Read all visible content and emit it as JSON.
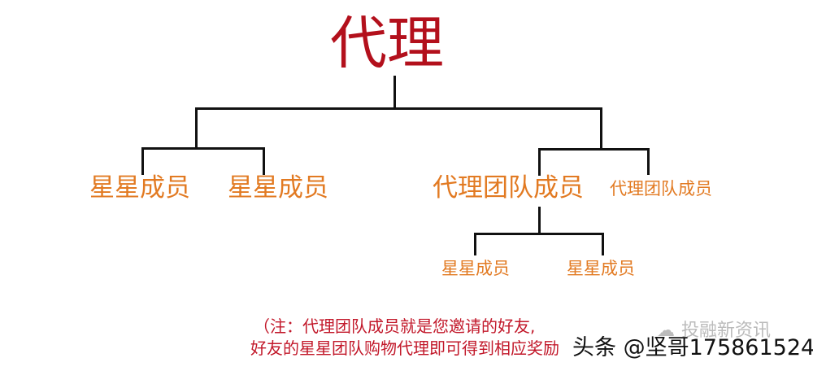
{
  "root": {
    "label": "代理"
  },
  "level1": [
    {
      "label": "星星成员"
    },
    {
      "label": "星星成员"
    },
    {
      "label": "代理团队成员"
    },
    {
      "label": "代理团队成员"
    }
  ],
  "level2": [
    {
      "label": "星星成员"
    },
    {
      "label": "星星成员"
    }
  ],
  "note": {
    "line1": "（注：代理团队成员就是您邀请的好友,",
    "line2": "好友的星星团队购物代理即可得到相应奖励"
  },
  "watermark": {
    "wechat": "投融新资讯",
    "toutiao": "头条 @坚哥17586​1524"
  },
  "colors": {
    "root": "#b3101c",
    "node": "#e27a22",
    "note": "#c2182a",
    "lines": "#111111"
  }
}
